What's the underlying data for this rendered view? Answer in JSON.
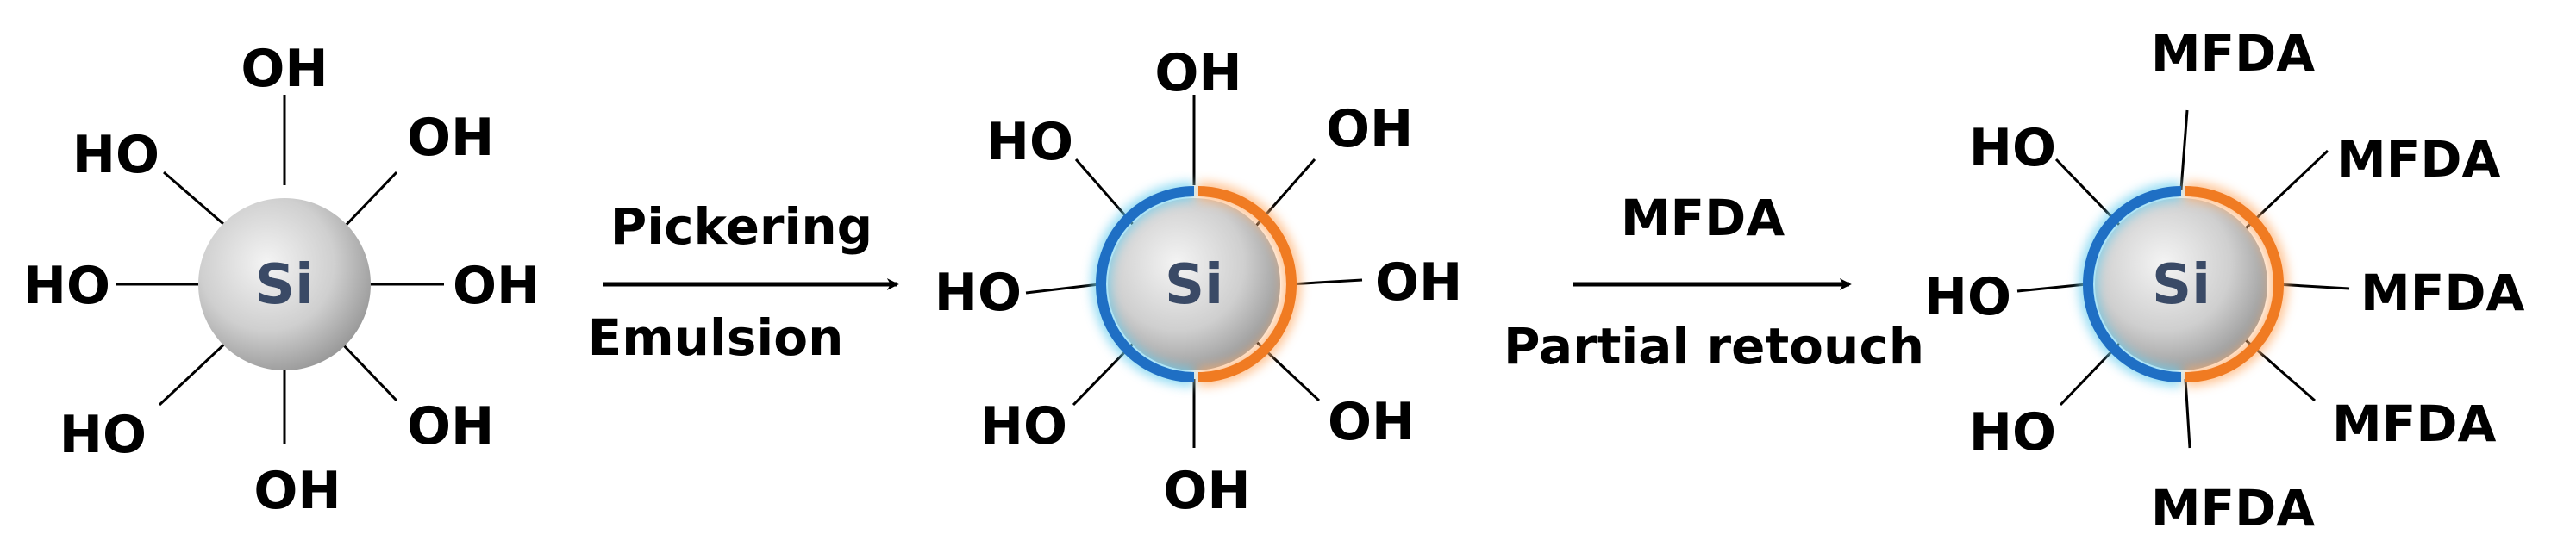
{
  "particles": [
    {
      "core": "Si",
      "coating": "none",
      "groups": [
        "OH",
        "OH",
        "OH",
        "OH",
        "OH",
        "HO",
        "HO",
        "HO"
      ]
    },
    {
      "core": "Si",
      "coating": "janus",
      "groups": [
        "OH",
        "OH",
        "OH",
        "OH",
        "OH",
        "HO",
        "HO",
        "HO"
      ]
    },
    {
      "core": "Si",
      "coating": "janus",
      "groups": [
        "MFDA",
        "MFDA",
        "MFDA",
        "MFDA",
        "MFDA",
        "HO",
        "HO",
        "HO"
      ]
    }
  ],
  "steps": [
    {
      "lines": [
        "Pickering",
        "Emulsion"
      ]
    },
    {
      "lines": [
        "MFDA",
        "Partial retouch"
      ]
    }
  ],
  "colors": {
    "core_light": "#f2f2f2",
    "core_dark": "#9a9a9a",
    "hydrophilic_blue": "#1f6fc4",
    "hydrophilic_glow": "#6fd0f0",
    "hydrophobic_orange": "#f07b22",
    "hydrophobic_glow": "#ffb070"
  }
}
